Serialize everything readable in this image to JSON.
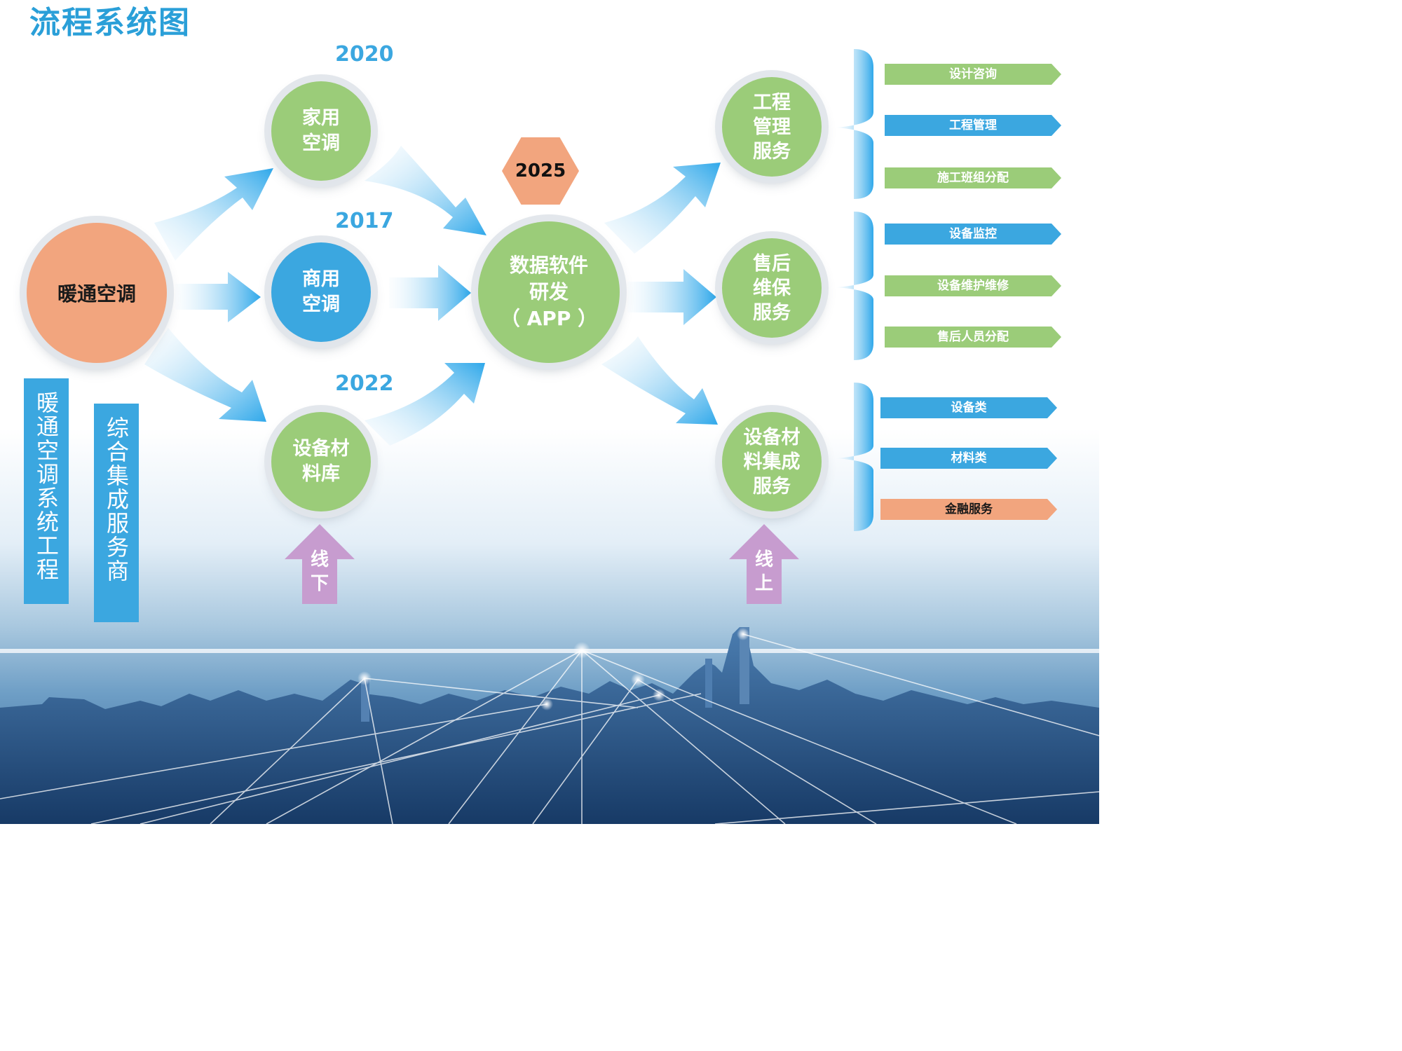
{
  "title": "流程系统图",
  "nodes": {
    "hvac": [
      "暖通空调"
    ],
    "home_ac": [
      "家用",
      "空调"
    ],
    "commercial_ac": [
      "商用",
      "空调"
    ],
    "equipment_lib": [
      "设备材",
      "料库"
    ],
    "software": [
      "数据软件",
      "研发",
      "（ APP ）"
    ],
    "engineering": [
      "工程",
      "管理",
      "服务"
    ],
    "after_sales": [
      "售后",
      "维保",
      "服务"
    ],
    "materials_service": [
      "设备材",
      "料集成",
      "服务"
    ]
  },
  "years": {
    "home": "2020",
    "commercial": "2017",
    "equipment": "2022",
    "software": "2025"
  },
  "side_labels": {
    "left": "暖通空调系统工程",
    "right": "综合集成服务商"
  },
  "offline_arrow": [
    "线",
    "下"
  ],
  "online_arrow": [
    "线",
    "上"
  ],
  "service_groups": {
    "engineering": [
      "设计咨询",
      "工程管理",
      "施工班组分配"
    ],
    "after_sales": [
      "设备监控",
      "设备维护维修",
      "售后人员分配"
    ],
    "materials": [
      "设备类",
      "材料类",
      "金融服务"
    ]
  },
  "colors": {
    "green": "#9bcc79",
    "blue": "#3ba7e0",
    "orange": "#f2a57e",
    "purple": "#c79ccf",
    "title": "#2a9fd8"
  }
}
